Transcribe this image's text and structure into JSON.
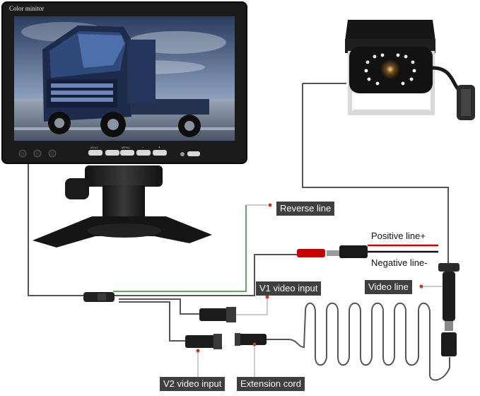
{
  "monitor": {
    "brand_text": "Color minitor",
    "buttons": [
      "AV1/2",
      "MENU",
      "-",
      "+"
    ]
  },
  "labels": {
    "reverse_line": "Reverse line",
    "positive_line": "Positive line+",
    "negative_line": "Negative line-",
    "video_line": "Video line",
    "v1_video_input": "V1 video input",
    "v2_video_input": "V2 video input",
    "extension_cord": "Extension cord"
  },
  "colors": {
    "label_bg": "#3f3f3f",
    "label_text": "#ffffff",
    "leader_dot": "#c0392b",
    "positive_wire": "#d00000",
    "negative_wire": "#111111",
    "reverse_wire": "#2e8b2e",
    "video_cable": "#555555"
  }
}
